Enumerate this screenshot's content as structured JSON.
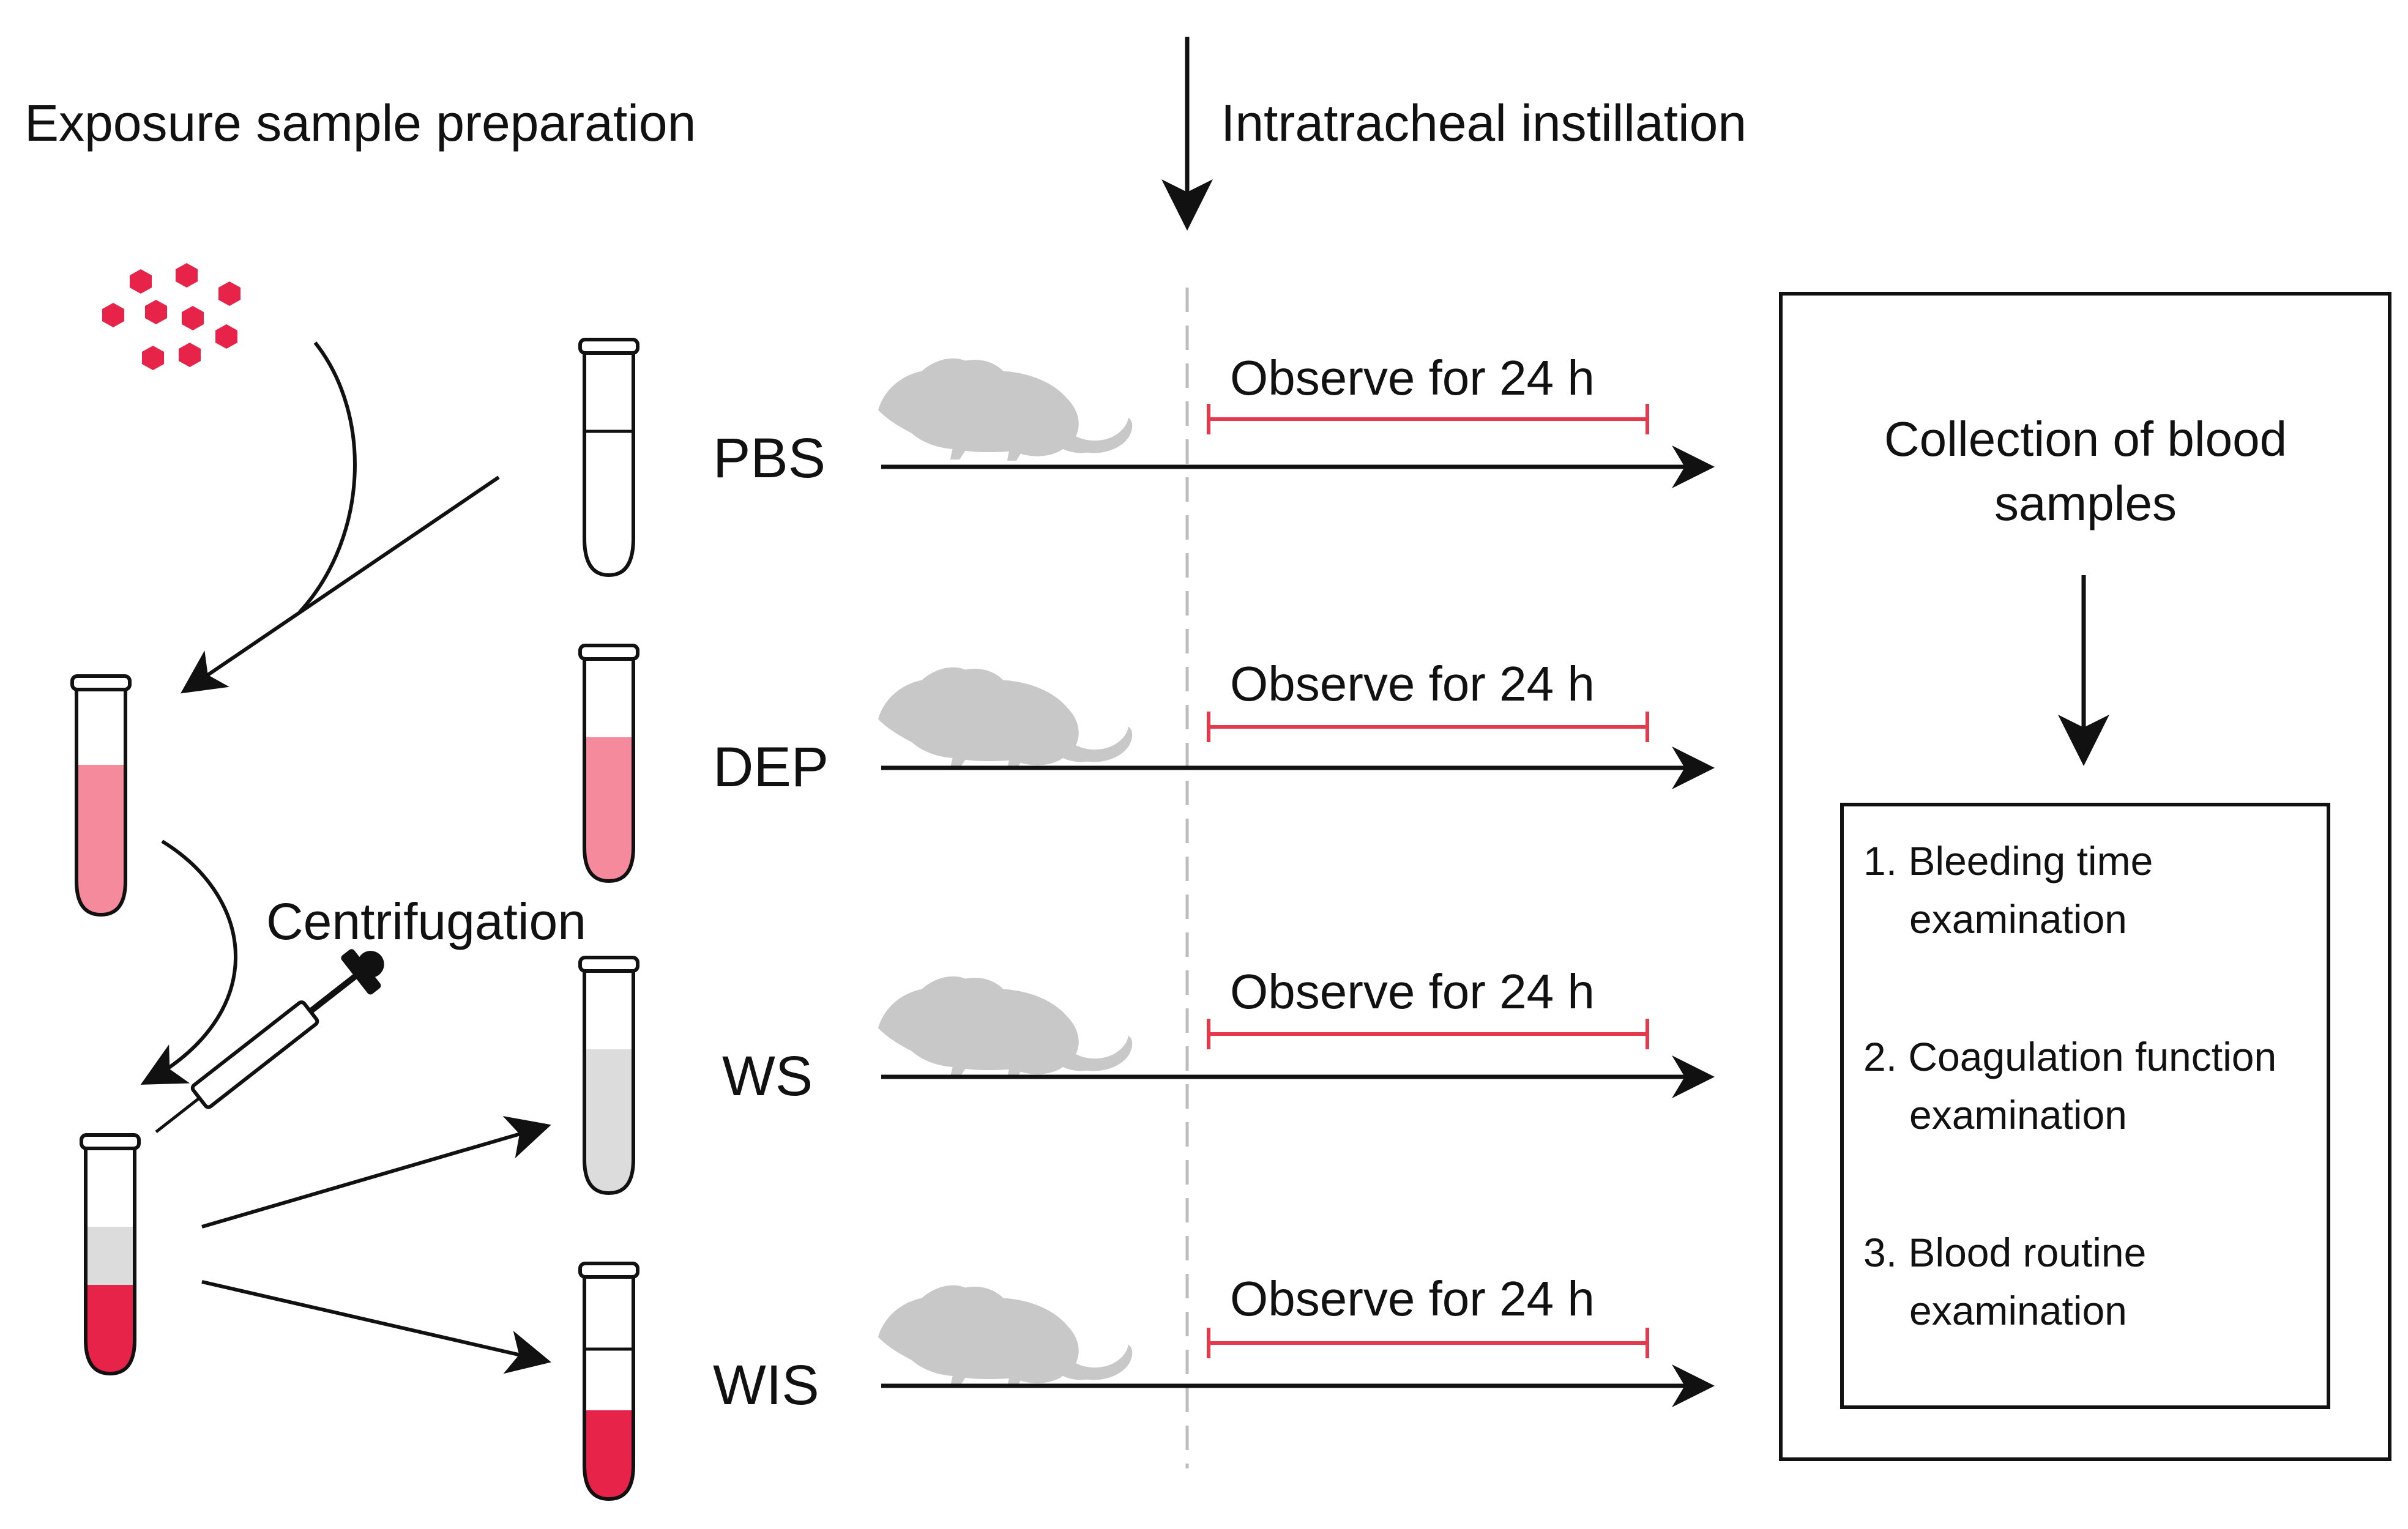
{
  "title": "Exposure sample preparation",
  "instillation_label": "Intratracheal instillation",
  "centrifugation_label": "Centrifugation",
  "groups": [
    {
      "name": "PBS",
      "observe": "Observe for 24 h",
      "tube_fill": "clear"
    },
    {
      "name": "DEP",
      "observe": "Observe for 24 h",
      "tube_fill": "pink"
    },
    {
      "name": "WS",
      "observe": "Observe for 24 h",
      "tube_fill": "grey"
    },
    {
      "name": "WIS",
      "observe": "Observe for 24 h",
      "tube_fill": "red"
    }
  ],
  "collection": {
    "heading_line1": "Collection of blood",
    "heading_line2": "samples",
    "items": [
      {
        "line1": "1. Bleeding time",
        "line2": "examination"
      },
      {
        "line1": "2. Coagulation function",
        "line2": "examination"
      },
      {
        "line1": "3. Blood routine",
        "line2": "examination"
      }
    ]
  },
  "colors": {
    "particle": "#e8234a",
    "pink_liquid": "#f48a9c",
    "red_liquid": "#e8234a",
    "grey_liquid": "#dcdcdc",
    "observe_bracket": "#e53a4e",
    "rat": "#c8c8c8",
    "dashed_line": "#bdbdbd"
  },
  "icons": [
    "particles-icon",
    "test-tube-icon",
    "syringe-icon",
    "rat-icon"
  ]
}
